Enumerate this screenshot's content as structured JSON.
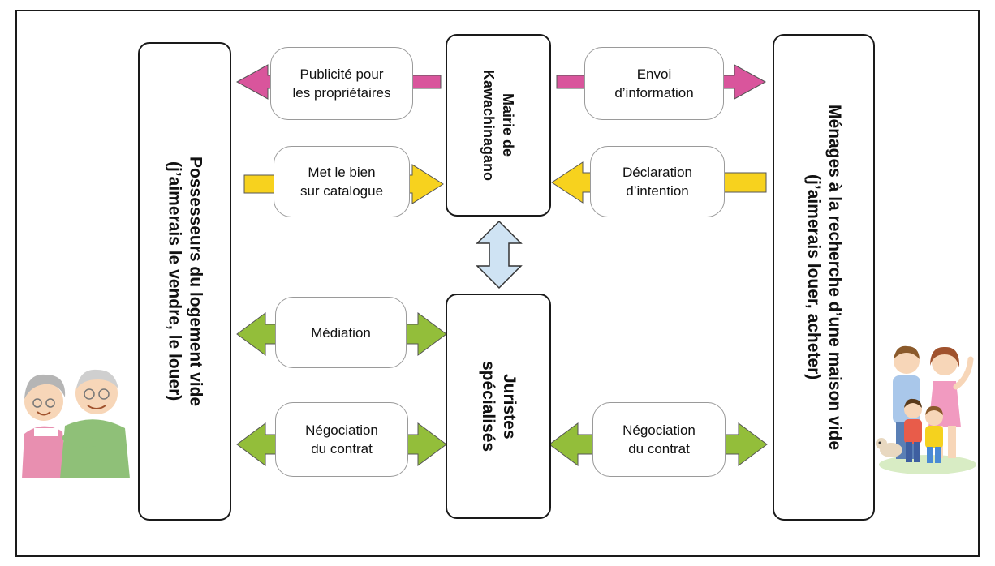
{
  "colors": {
    "pink": "#d9559c",
    "yellow": "#f7d21e",
    "green": "#93be3a",
    "light_blue": "#cfe3f3",
    "border": "#1a1a1a"
  },
  "nodes": {
    "owners": "Possesseurs du logement vide\n(j’aimerais le vendre, le louer)",
    "town_hall": "Mairie de\nKawachinagano",
    "lawyers": "Juristes\nspécialisés",
    "households": "Ménages à la recherche d’une maison vide\n(j’aimerais louer, acheter)"
  },
  "flows": {
    "owner_ads": "Publicité pour\nles propriétaires",
    "catalogue": "Met le bien\nsur catalogue",
    "send_info": "Envoi\nd’information",
    "declaration": "Déclaration\nd’intention",
    "mediation": "Médiation",
    "negotiation_left": "Négociation\ndu contrat",
    "negotiation_right": "Négociation\ndu contrat"
  },
  "illustrations": {
    "left": "elderly-couple",
    "right": "family"
  }
}
